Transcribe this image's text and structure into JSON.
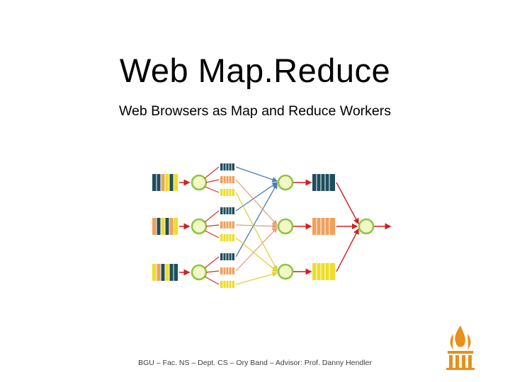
{
  "slide": {
    "title": "Web Map.Reduce",
    "subtitle": "Web Browsers as Map and Reduce Workers",
    "footer": "BGU – Fac. NS – Dept. CS – Ory Band – Advisor: Prof. Danny Hendler"
  },
  "diagram": {
    "icons": [
      "input-queue-icon",
      "worker-node-icon",
      "partition-queue-icon",
      "reducer-queue-icon",
      "output-arrow-icon"
    ],
    "colors": {
      "teal": "#1f4e5e",
      "orange": "#f0a05a",
      "yellow": "#eedd2a",
      "node_fill": "#f2f7c8",
      "node_stroke": "#8cc63e",
      "arrow_red": "#cc2222",
      "edge_blue": "#4f7fae",
      "edge_orange": "#e8a07a",
      "edge_yellow": "#e0d040",
      "edge_red": "#cc3333"
    }
  },
  "logo": {
    "colors": {
      "flame": "#e8901a"
    }
  }
}
